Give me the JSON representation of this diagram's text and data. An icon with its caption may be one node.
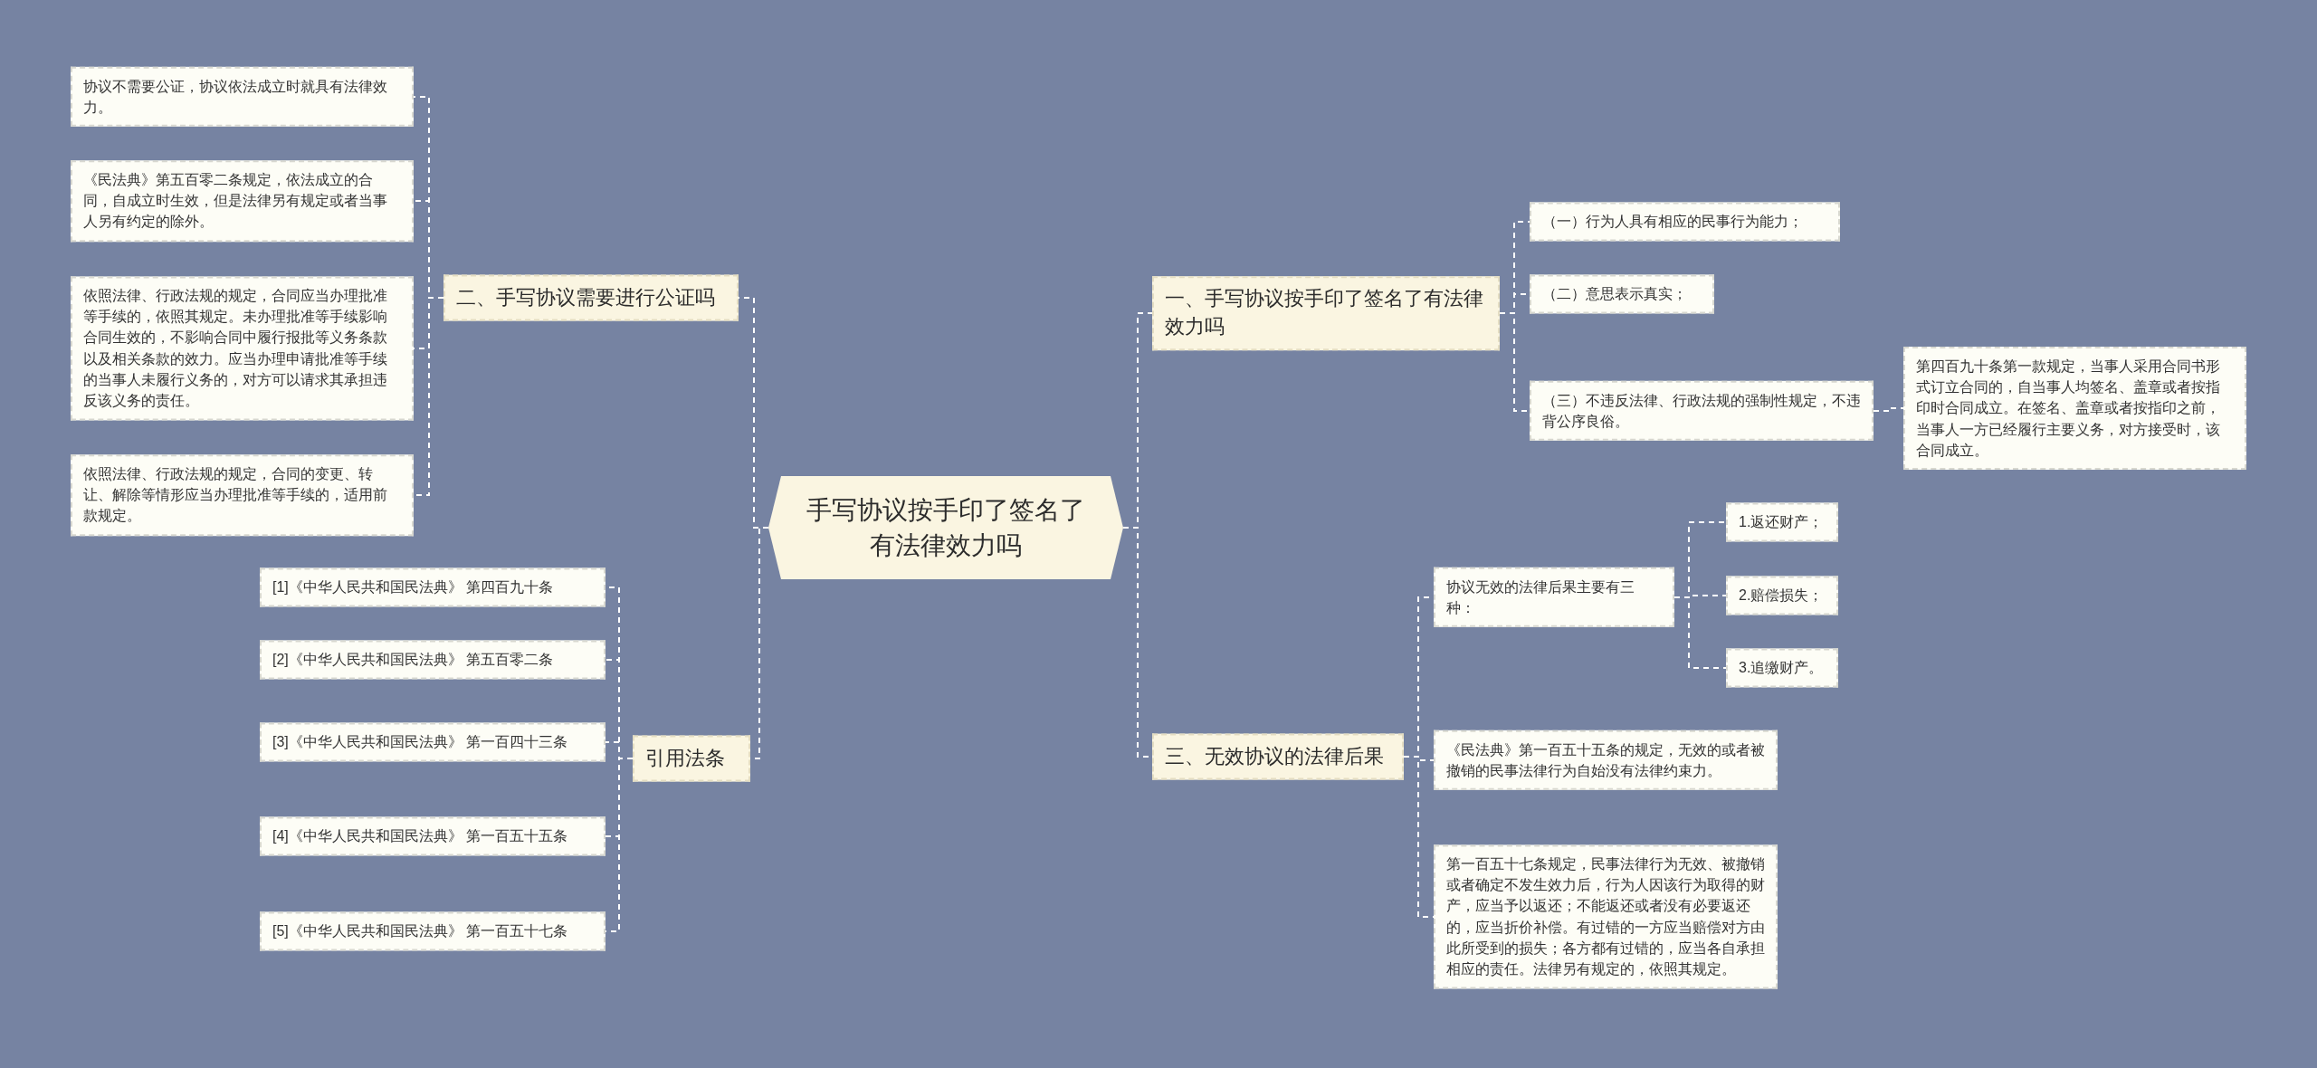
{
  "diagram": {
    "nodes": [
      {
        "text": [
          "手写协议按手印了签名了有法律效力吗"
        ]
      },
      {
        "text": [
          "一、手写协议按手印了签名了有法律效力吗"
        ]
      },
      {
        "text": [
          "（一）行为人具有相应的民事行为能力；"
        ]
      },
      {
        "text": [
          "（二）意思表示真实；"
        ]
      },
      {
        "text": [
          "（三）不违反法律、行政法规的强制性规定，不违背公序良俗。"
        ]
      },
      {
        "text": [
          "第四百九十条第一款规定，当事人采用合同书形式订立合同的，自当事人均签名、盖章或者按指印时合同成立。在签名、盖章或者按指印之前，当事人一方已经履行主要义务，对方接受时，该合同成立。"
        ]
      },
      {
        "text": [
          "三、无效协议的法律后果"
        ]
      },
      {
        "text": [
          "协议无效的法律后果主要有三种："
        ]
      },
      {
        "text": [
          "1.返还财产；"
        ]
      },
      {
        "text": [
          "2.赔偿损失；"
        ]
      },
      {
        "text": [
          "3.追缴财产。"
        ]
      },
      {
        "text": [
          "《民法典》第一百五十五条的规定，无效的或者被撤销的民事法律行为自始没有法律约束力。"
        ]
      },
      {
        "text": [
          "第一百五十七条规定，民事法律行为无效、被撤销或者确定不发生效力后，行为人因该行为取得的财产，应当予以返还；不能返还或者没有必要返还的，应当折价补偿。有过错的一方应当赔偿对方由此所受到的损失；各方都有过错的，应当各自承担相应的责任。法律另有规定的，依照其规定。"
        ]
      },
      {
        "text": [
          "二、手写协议需要进行公证吗"
        ]
      },
      {
        "text": [
          "协议不需要公证，协议依法成立时就具有法律效力。"
        ]
      },
      {
        "text": [
          "《民法典》第五百零二条规定，依法成立的合同，自成立时生效，但是法律另有规定或者当事人另有约定的除外。"
        ]
      },
      {
        "text": [
          "依照法律、行政法规的规定，合同应当办理批准等手续的，依照其规定。未办理批准等手续影响合同生效的，不影响合同中履行报批等义务条款以及相关条款的效力。应当办理申请批准等手续的当事人未履行义务的，对方可以请求其承担违反该义务的责任。"
        ]
      },
      {
        "text": [
          "依照法律、行政法规的规定，合同的变更、转让、解除等情形应当办理批准等手续的，适用前款规定。"
        ]
      },
      {
        "text": [
          "引用法条"
        ]
      },
      {
        "text": [
          "[1]《中华人民共和国民法典》 第四百九十条"
        ]
      },
      {
        "text": [
          "[2]《中华人民共和国民法典》 第五百零二条"
        ]
      },
      {
        "text": [
          "[3]《中华人民共和国民法典》 第一百四十三条"
        ]
      },
      {
        "text": [
          "[4]《中华人民共和国民法典》 第一百五十五条"
        ]
      },
      {
        "text": [
          "[5]《中华人民共和国民法典》 第一百五十七条"
        ]
      }
    ],
    "edges": [
      {
        "from": 0,
        "to": 1,
        "arrow": "none"
      },
      {
        "from": 1,
        "to": 2,
        "arrow": "none"
      },
      {
        "from": 1,
        "to": 3,
        "arrow": "none"
      },
      {
        "from": 1,
        "to": 4,
        "arrow": "none"
      },
      {
        "from": 4,
        "to": 5,
        "arrow": "none"
      },
      {
        "from": 0,
        "to": 6,
        "arrow": "none"
      },
      {
        "from": 6,
        "to": 7,
        "arrow": "none"
      },
      {
        "from": 7,
        "to": 8,
        "arrow": "none"
      },
      {
        "from": 7,
        "to": 9,
        "arrow": "none"
      },
      {
        "from": 7,
        "to": 10,
        "arrow": "none"
      },
      {
        "from": 6,
        "to": 11,
        "arrow": "none"
      },
      {
        "from": 6,
        "to": 12,
        "arrow": "none"
      },
      {
        "from": 0,
        "to": 13,
        "arrow": "none"
      },
      {
        "from": 13,
        "to": 14,
        "arrow": "none"
      },
      {
        "from": 13,
        "to": 15,
        "arrow": "none"
      },
      {
        "from": 13,
        "to": 16,
        "arrow": "none"
      },
      {
        "from": 13,
        "to": 17,
        "arrow": "none"
      },
      {
        "from": 0,
        "to": 18,
        "arrow": "none"
      },
      {
        "from": 18,
        "to": 19,
        "arrow": "none"
      },
      {
        "from": 18,
        "to": 20,
        "arrow": "none"
      },
      {
        "from": 18,
        "to": 21,
        "arrow": "none"
      },
      {
        "from": 18,
        "to": 22,
        "arrow": "none"
      },
      {
        "from": 18,
        "to": 23,
        "arrow": "none"
      }
    ]
  }
}
